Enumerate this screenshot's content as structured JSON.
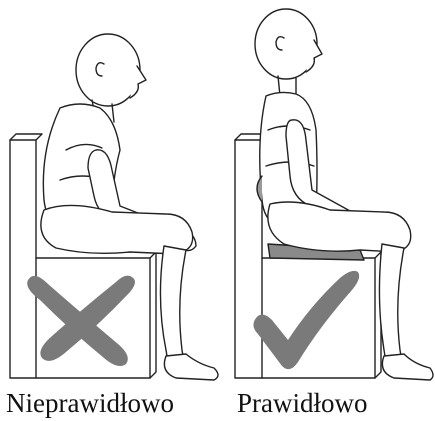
{
  "panels": [
    {
      "id": "wrong",
      "label": "Nieprawidłowo",
      "mark": "cross-mark-icon"
    },
    {
      "id": "right",
      "label": "Prawidłowo",
      "mark": "check-mark-icon"
    }
  ],
  "colors": {
    "line": "#222222",
    "mark": "#7a7a7a",
    "cushion": "#8a8a8a",
    "background": "#ffffff"
  }
}
